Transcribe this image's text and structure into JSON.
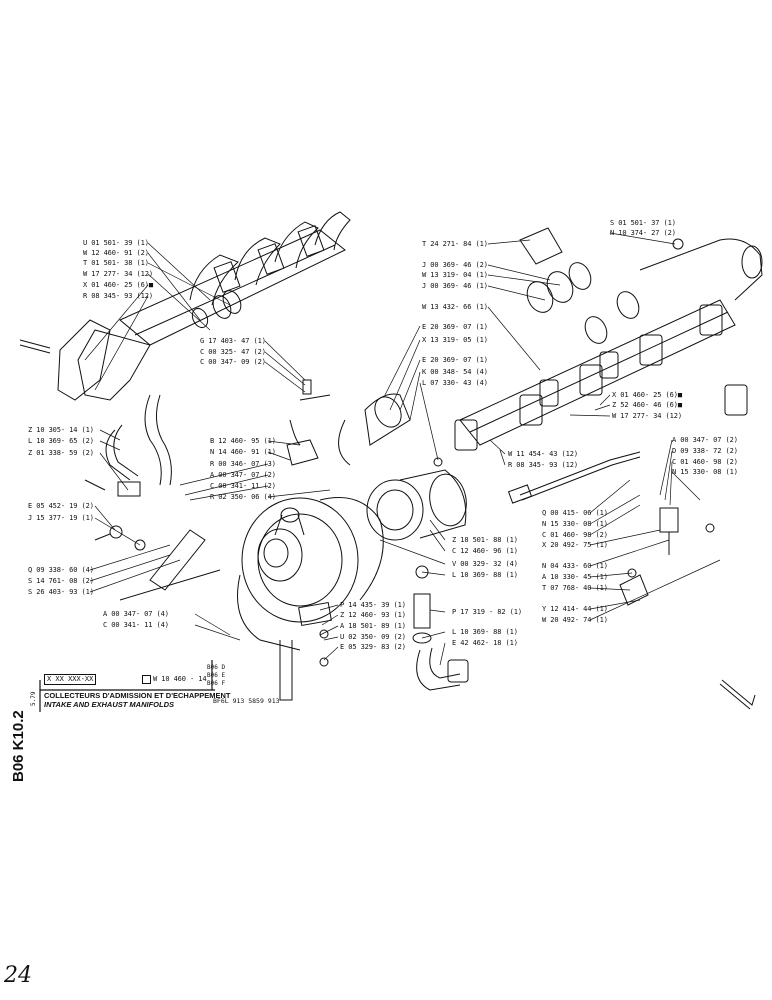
{
  "sheet": {
    "code": "B06 K10.2",
    "date": "5.79",
    "ref_box": "X XX XXX-XX",
    "ref_checkbox_label": "W 10 460 - 14",
    "variants": [
      "B06 D",
      "B06 E",
      "B06 F"
    ],
    "title_fr": "COLLECTEURS D'ADMISSION ET D'ECHAPPEMENT",
    "title_en": "INTAKE AND EXHAUST MANIFOLDS",
    "models": "BF6L 913 5859 913",
    "page_number": "24"
  },
  "labels_top_left": [
    "U 01 501- 39 (1)",
    "W 12 460- 91 (2)",
    "T 01 501- 38 (1)",
    "W 17 277- 34 (12)",
    "X 01 460- 25 (6)■",
    "R 08 345- 93 (12)"
  ],
  "labels_left": [
    "Z 10 305- 14 (1)",
    "L 10 369- 65 (2)",
    "Z 01 338- 59 (2)",
    "E 05 452- 19 (2)",
    "J 15 377- 19 (1)",
    "Q 09 338- 60 (4)",
    "S 14 761- 08 (2)",
    "S 26 403- 93 (1)"
  ],
  "labels_center_left": [
    "G 17 403- 47 (1)",
    "C 00 325- 47 (2)",
    "C 00 347- 09 (2)",
    "B 12 460- 95 (1)",
    "N 14 460- 91 (1)",
    "R 00 346- 07 (3)",
    "A 00 347- 07 (2)",
    "C 00 341- 11 (2)",
    "R 02 350- 06 (4)",
    "A 00 347- 07 (4)",
    "C 00 341- 11 (4)"
  ],
  "labels_center_top": [
    "E 20 369- 07 (1)",
    "X 13 319- 05 (1)",
    "E 20 369- 07 (1)",
    "K 00 348- 54 (4)",
    "L 07 330- 43 (4)"
  ],
  "labels_top_right_upper": [
    "T 24 271- 84 (1)",
    "J 00 369- 46 (2)",
    "W 13 319- 04 (1)",
    "J 00 369- 46 (1)",
    "W 13 432- 66 (1)"
  ],
  "labels_top_right_corner": [
    "S 01 501- 37 (1)",
    "N 10 374- 27 (2)"
  ],
  "labels_right_mid": [
    "X 01 460- 25 (6)■",
    "Z 52 460- 46 (6)■",
    "W 17 277- 34 (12)"
  ],
  "labels_right_lower": [
    "A 00 347- 07 (2)",
    "D 09 338- 72 (2)",
    "C 01 460- 98 (2)",
    "N 15 330- 08 (1)"
  ],
  "labels_center_mid": [
    "W 11 454- 43 (12)",
    "R 08 345- 93 (12)",
    "Q 00 415- 06 (1)",
    "N 15 330- 08 (1)",
    "C 01 460- 98 (2)",
    "X 20 492- 75 (1)",
    "N 04 433- 60 (1)",
    "A 10 330- 45 (1)",
    "T 07 768- 40 (1)",
    "Y 12 414- 44 (1)",
    "W 20 492- 74 (1)"
  ],
  "labels_turbo": [
    "Z 18 501- 88 (1)",
    "C 12 460- 96 (1)",
    "V 00 329- 32 (4)",
    "L 10 369- 88 (1)",
    "P 17 319 - 82 (1)",
    "L 10 369- 88 (1)",
    "E 42 462- 18 (1)"
  ],
  "labels_bottom_center": [
    "P 14 435- 39 (1)",
    "Z 12 460- 93 (1)",
    "A 18 501- 89 (1)",
    "U 02 350- 09 (2)",
    "E 05 329- 83 (2)"
  ]
}
